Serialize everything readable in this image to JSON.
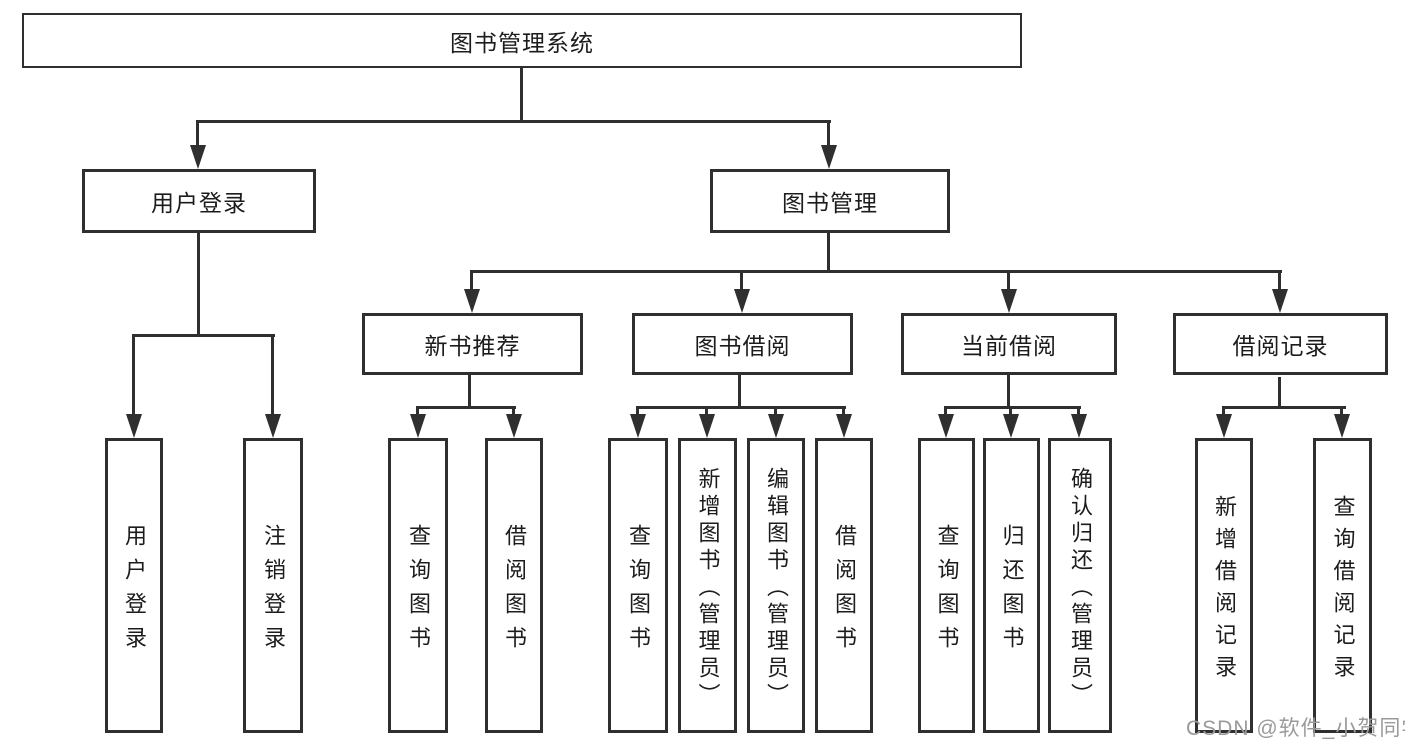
{
  "tree": {
    "label": "图书管理系统",
    "children": [
      {
        "label": "用户登录",
        "children": [
          {
            "label": "用户登录"
          },
          {
            "label": "注销登录"
          }
        ]
      },
      {
        "label": "图书管理",
        "children": [
          {
            "label": "新书推荐",
            "children": [
              {
                "label": "查询图书"
              },
              {
                "label": "借阅图书"
              }
            ]
          },
          {
            "label": "图书借阅",
            "children": [
              {
                "label": "查询图书"
              },
              {
                "label": "新增图书（管理员）"
              },
              {
                "label": "编辑图书（管理员）"
              },
              {
                "label": "借阅图书"
              }
            ]
          },
          {
            "label": "当前借阅",
            "children": [
              {
                "label": "查询图书"
              },
              {
                "label": "归还图书"
              },
              {
                "label": "确认归还（管理员）"
              }
            ]
          },
          {
            "label": "借阅记录",
            "children": [
              {
                "label": "新增借阅记录"
              },
              {
                "label": "查询借阅记录"
              }
            ]
          }
        ]
      }
    ]
  },
  "watermark": {
    "text": "CSDN @软件_小贺同学"
  },
  "colors": {
    "line_color": "#2f2f2f",
    "text_color": "#1c1c1c",
    "watermark_color": "#9a9a9a",
    "bg_color": "#ffffff"
  }
}
